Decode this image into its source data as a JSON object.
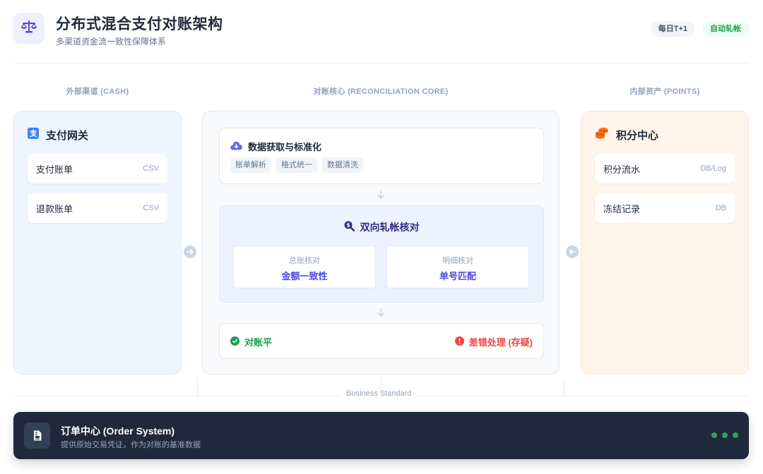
{
  "header": {
    "title": "分布式混合支付对账架构",
    "subtitle": "多渠道资金流一致性保障体系",
    "logo_icon": "scale-balance-icon",
    "badges": [
      {
        "label": "每日T+1",
        "color": "#475569"
      },
      {
        "label": "自动轧帐",
        "color": "#16a34a"
      }
    ]
  },
  "columns": {
    "left_label": "外部渠道 (CASH)",
    "center_label": "对账核心 (RECONCILIATION CORE)",
    "right_label": "内部资产 (POINTS)"
  },
  "left_panel": {
    "title": "支付网关",
    "icon": "alipay-icon",
    "items": [
      {
        "name": "支付账单",
        "tag": "CSV"
      },
      {
        "name": "退款账单",
        "tag": "CSV"
      }
    ]
  },
  "right_panel": {
    "title": "积分中心",
    "icon": "coins-icon",
    "items": [
      {
        "name": "积分流水",
        "tag": "DB/Log"
      },
      {
        "name": "冻结记录",
        "tag": "DB"
      }
    ]
  },
  "core": {
    "ingest": {
      "title": "数据获取与标准化",
      "icon": "cloud-download-icon",
      "chips": [
        "账单解析",
        "格式统一",
        "数据清洗"
      ]
    },
    "match": {
      "title": "双向轧帐核对",
      "icon": "search-dollar-icon",
      "boxes": [
        {
          "label": "总账核对",
          "value": "金额一致性"
        },
        {
          "label": "明细核对",
          "value": "单号匹配"
        }
      ]
    },
    "result": {
      "ok_label": "对账平",
      "error_label": "差错处理 (存疑)"
    }
  },
  "divider_label": "Business Standard",
  "footer": {
    "title": "订单中心 (Order System)",
    "subtitle": "提供原始交易凭证，作为对账的基准数据",
    "icon": "file-invoice-icon",
    "status_dots": 3
  },
  "colors": {
    "accent": "#4f46e5",
    "success": "#16a34a",
    "error": "#ef4444",
    "cash_bg": "#eef5ff",
    "points_bg": "#fff4ea",
    "footer_bg": "#1f293b"
  }
}
